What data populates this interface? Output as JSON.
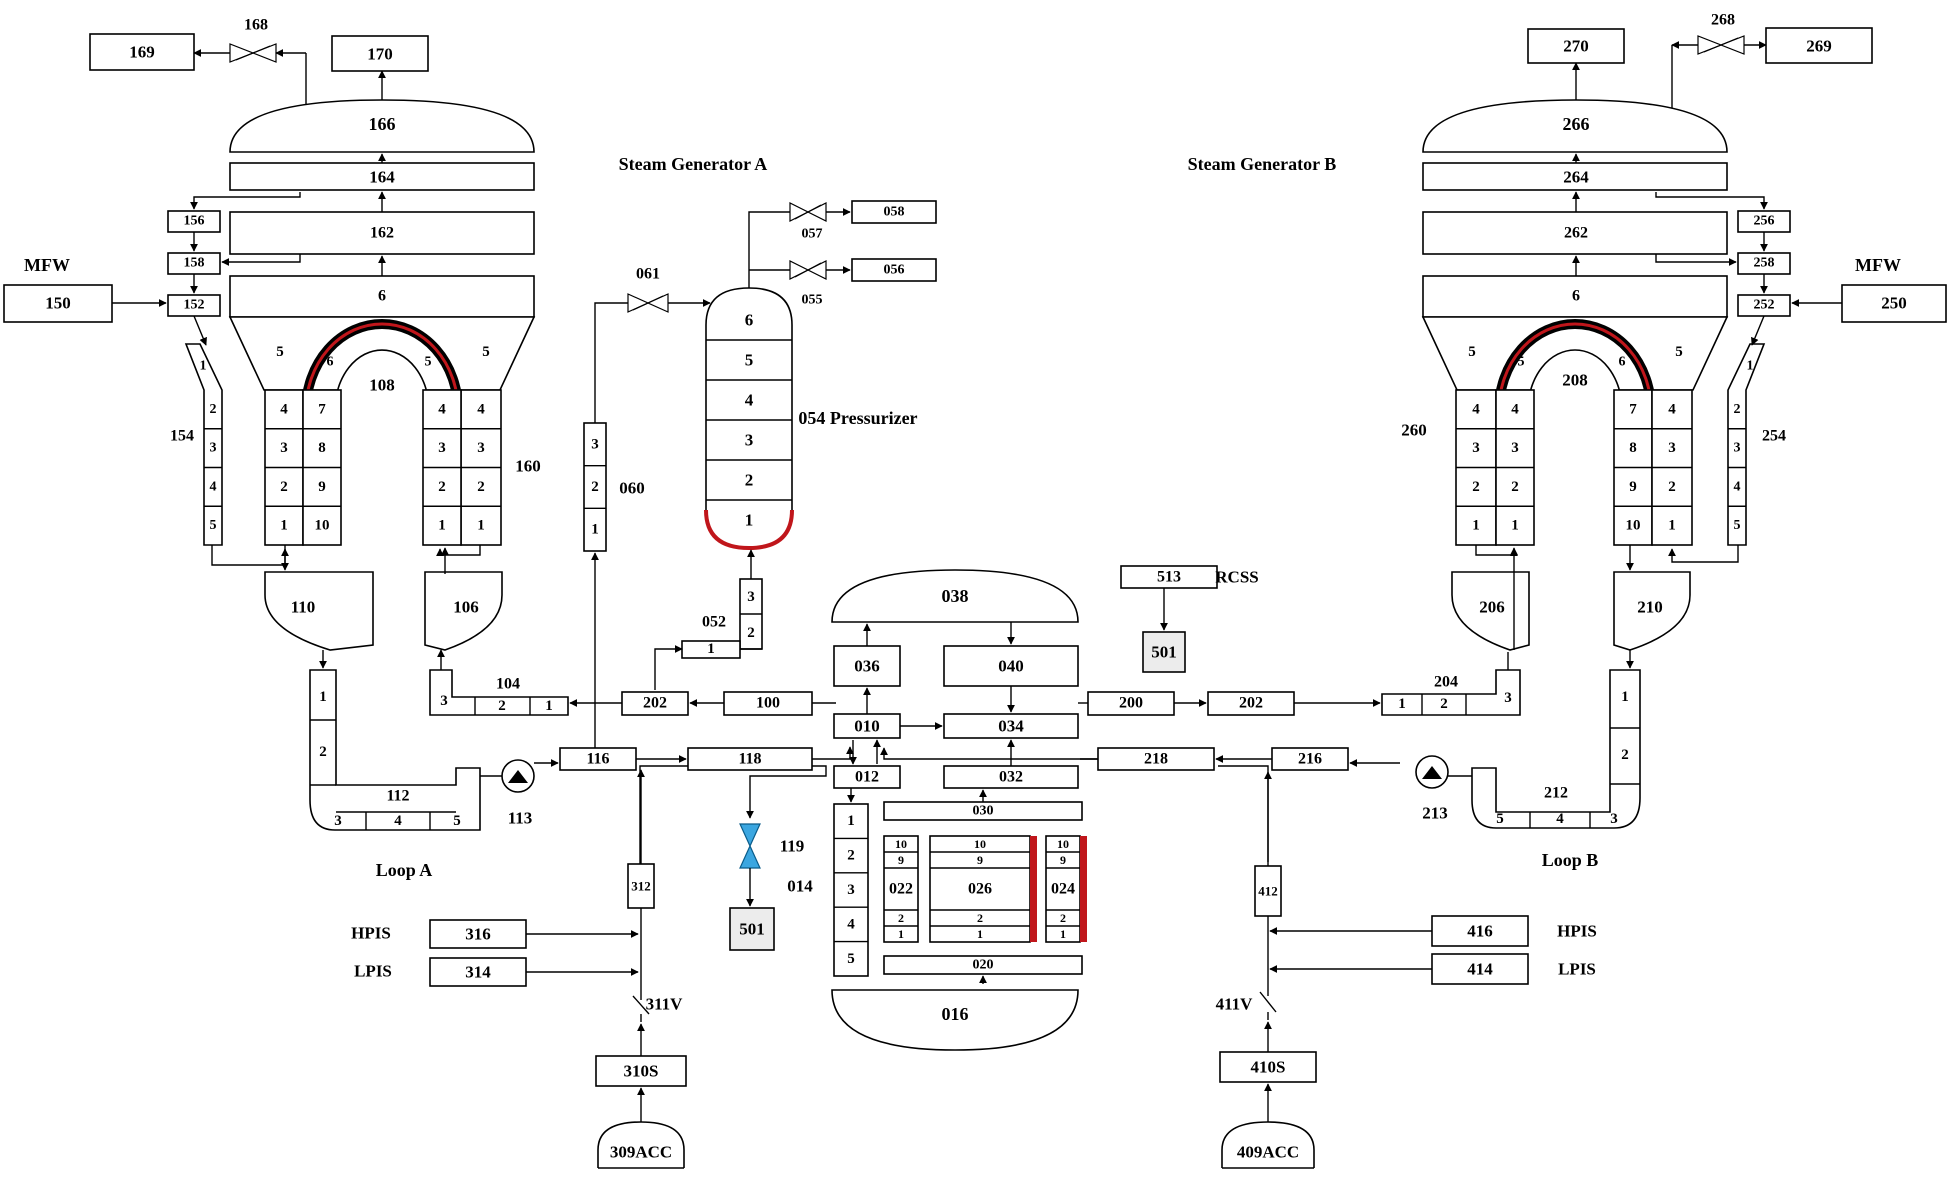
{
  "labels": {
    "sg_a": "Steam Generator A",
    "sg_b": "Steam Generator B",
    "mfw_a": "MFW",
    "mfw_b": "MFW",
    "pressurizer": "054 Pressurizer",
    "loop_a": "Loop A",
    "loop_b": "Loop B",
    "rcss": "RCSS",
    "hpis_a": "HPIS",
    "lpis_a": "LPIS",
    "hpis_b": "HPIS",
    "lpis_b": "LPIS"
  },
  "sg_a": {
    "n169": "169",
    "n168": "168",
    "n170": "170",
    "n166": "166",
    "n164": "164",
    "n156": "156",
    "n162": "162",
    "n158": "158",
    "n150": "150",
    "n152": "152",
    "n6": "6",
    "plenum_left": "5",
    "plenum_right": "5",
    "n154": "154",
    "n108": "108",
    "n160": "160",
    "n110": "110",
    "n106": "106",
    "downcomer_left": [
      "1",
      "2",
      "3",
      "4",
      "5"
    ],
    "riser_left": [
      "4",
      "3",
      "2",
      "1"
    ],
    "riser_right": [
      "4",
      "3",
      "2",
      "1"
    ],
    "downcomer_right": [
      "4",
      "3",
      "2",
      "1"
    ],
    "tube_up": [
      "1",
      "2",
      "3",
      "4",
      "5",
      "6"
    ],
    "tube_down": [
      "5",
      "4",
      "3",
      "2",
      "1"
    ],
    "tube_top": [
      "7",
      "8",
      "9",
      "10"
    ]
  },
  "sg_b": {
    "n270": "270",
    "n268": "268",
    "n269": "269",
    "n266": "266",
    "n264": "264",
    "n256": "256",
    "n262": "262",
    "n258": "258",
    "n250": "250",
    "n252": "252",
    "n6": "6",
    "plenum_left": "5",
    "plenum_right": "5",
    "n254": "254",
    "n208": "208",
    "n260": "260",
    "n206": "206",
    "n210": "210",
    "downcomer_right": [
      "1",
      "2",
      "3",
      "4",
      "5"
    ],
    "riser_left": [
      "4",
      "3",
      "2",
      "1"
    ],
    "riser_right": [
      "4",
      "3",
      "2",
      "1"
    ],
    "downcomer_left": [
      "4",
      "3",
      "2",
      "1"
    ]
  },
  "pressurizer": {
    "n061": "061",
    "n057": "057",
    "n058": "058",
    "n055": "055",
    "n056": "056",
    "cells": [
      "6",
      "5",
      "4",
      "3",
      "2",
      "1"
    ],
    "n060": "060",
    "col060": [
      "3",
      "2",
      "1"
    ],
    "n052": "052",
    "surge": [
      "1",
      "3",
      "2"
    ]
  },
  "loop_a": {
    "n104": "104",
    "cold_leg": [
      "3",
      "2",
      "1"
    ],
    "n202_left": "202",
    "n100": "100",
    "n112": "112",
    "pump_leg": [
      "1",
      "2",
      "3",
      "4",
      "5"
    ],
    "n113": "113",
    "n116": "116",
    "n118": "118",
    "n119": "119",
    "n501": "501",
    "n312": "312",
    "n316": "316",
    "n314": "314",
    "n311v": "311V",
    "n310s": "310S",
    "n309acc": "309ACC"
  },
  "loop_b": {
    "n200": "200",
    "n202_right": "202",
    "n204": "204",
    "hot_leg": [
      "1",
      "2",
      "3"
    ],
    "n218": "218",
    "n216": "216",
    "n213": "213",
    "n212": "212",
    "pump_leg": [
      "5",
      "4",
      "3",
      "2",
      "1"
    ],
    "n412": "412",
    "n416": "416",
    "n414": "414",
    "n411v": "411V",
    "n410s": "410S",
    "n409acc": "409ACC"
  },
  "vessel": {
    "n038": "038",
    "n036": "036",
    "n040": "040",
    "n010": "010",
    "n034": "034",
    "n012": "012",
    "n032": "032",
    "n030": "030",
    "n014": "014",
    "downcomer": [
      "1",
      "2",
      "3",
      "4",
      "5"
    ],
    "n022": "022",
    "n026": "026",
    "n024": "024",
    "core_top": [
      "10",
      "9"
    ],
    "core_bottom": [
      "2",
      "1"
    ],
    "n020": "020",
    "n016": "016"
  },
  "rcss": {
    "n513": "513",
    "n501": "501"
  }
}
